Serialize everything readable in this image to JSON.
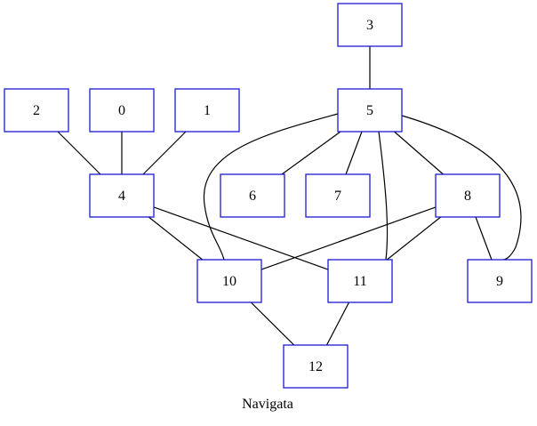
{
  "title": "Navigata",
  "colors": {
    "node_border": "#1a1ad6",
    "edge": "#000000",
    "background": "#ffffff"
  },
  "nodes": [
    {
      "id": "3",
      "label": "3"
    },
    {
      "id": "2",
      "label": "2"
    },
    {
      "id": "0",
      "label": "0"
    },
    {
      "id": "1",
      "label": "1"
    },
    {
      "id": "5",
      "label": "5"
    },
    {
      "id": "4",
      "label": "4"
    },
    {
      "id": "6",
      "label": "6"
    },
    {
      "id": "7",
      "label": "7"
    },
    {
      "id": "8",
      "label": "8"
    },
    {
      "id": "10",
      "label": "10"
    },
    {
      "id": "11",
      "label": "11"
    },
    {
      "id": "9",
      "label": "9"
    },
    {
      "id": "12",
      "label": "12"
    }
  ],
  "edges": [
    [
      "3",
      "5"
    ],
    [
      "2",
      "4"
    ],
    [
      "0",
      "4"
    ],
    [
      "1",
      "4"
    ],
    [
      "5",
      "6"
    ],
    [
      "5",
      "7"
    ],
    [
      "5",
      "8"
    ],
    [
      "5",
      "10"
    ],
    [
      "5",
      "11"
    ],
    [
      "5",
      "9"
    ],
    [
      "4",
      "10"
    ],
    [
      "4",
      "11"
    ],
    [
      "8",
      "10"
    ],
    [
      "8",
      "11"
    ],
    [
      "8",
      "9"
    ],
    [
      "10",
      "12"
    ],
    [
      "11",
      "12"
    ]
  ]
}
